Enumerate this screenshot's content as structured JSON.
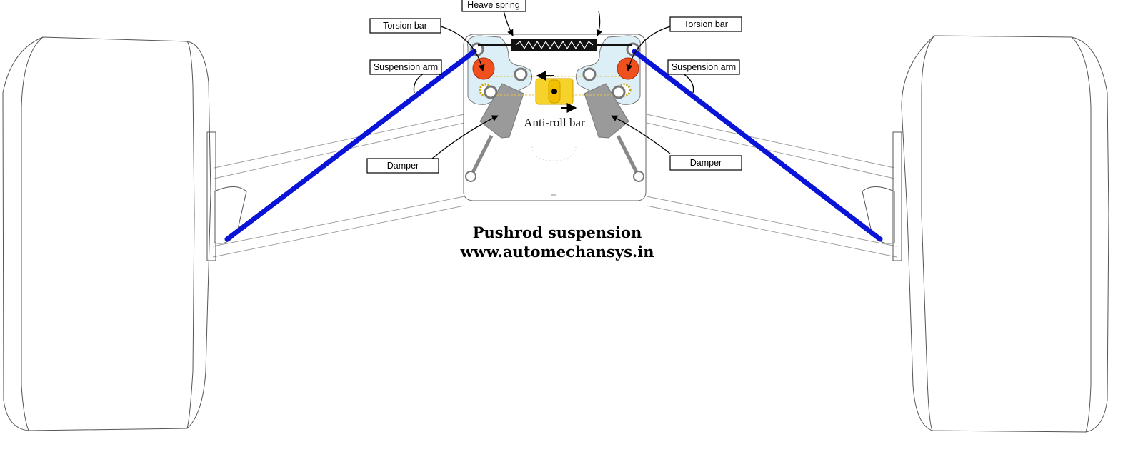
{
  "labels": {
    "heave_spring": "Heave spring",
    "torsion_bar_left": "Torsion bar",
    "torsion_bar_right": "Torsion bar",
    "suspension_arm_left": "Suspension arm",
    "suspension_arm_right": "Suspension arm",
    "damper_left": "Damper",
    "damper_right": "Damper",
    "anti_roll_bar": "Anti-roll bar"
  },
  "caption": {
    "title": "Pushrod suspension",
    "website": "www.automechansys.in"
  },
  "colors": {
    "pushrod": "#0a14d6",
    "torsion_bar": "#f0501e",
    "anti_roll_bar": "#f7d22a",
    "rocker": "#dceef6",
    "damper": "#9a9a9a",
    "heave_spring": "#111111"
  }
}
